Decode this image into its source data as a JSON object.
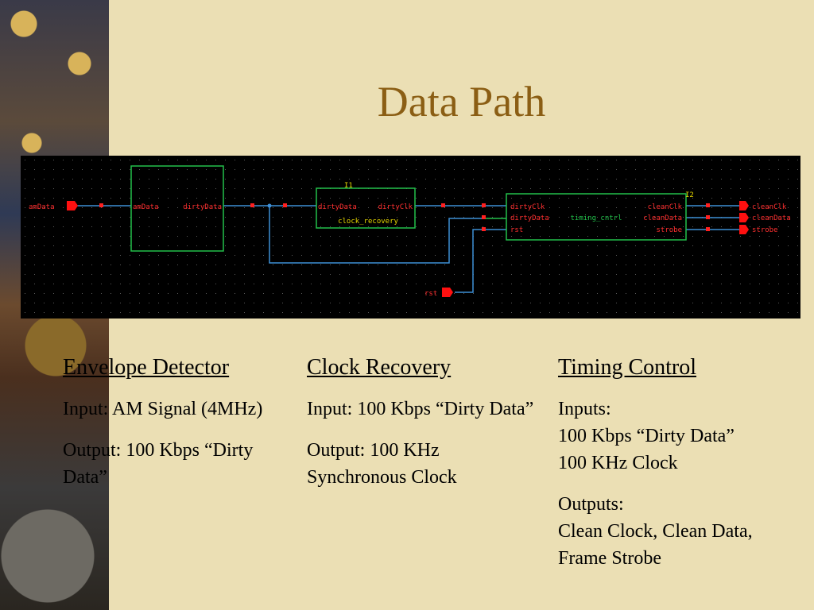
{
  "title": "Data Path",
  "schematic": {
    "pins": {
      "amData_in": "amData",
      "rst_in": "rst",
      "cleanClk_out": "cleanClk",
      "cleanData_out": "cleanData",
      "strobe_out": "strobe"
    },
    "env_block": {
      "in": "amData",
      "out": "dirtyData"
    },
    "clk_block": {
      "instance": "I1",
      "in": "dirtyData",
      "out": "dirtyClk",
      "name": "clock_recovery"
    },
    "tim_block": {
      "instance": "I2",
      "name": "timing_cntrl",
      "in1": "dirtyClk",
      "in2": "dirtyData",
      "in3": "rst",
      "out1": "cleanClk",
      "out2": "cleanData",
      "out3": "strobe"
    }
  },
  "columns": {
    "envelope": {
      "heading": "Envelope Detector",
      "p1": "Input: AM Signal (4MHz)",
      "p2": "Output: 100 Kbps “Dirty Data”"
    },
    "clock": {
      "heading": "Clock Recovery",
      "p1": "Input: 100 Kbps “Dirty Data”",
      "p2": "Output: 100 KHz Synchronous Clock"
    },
    "timing": {
      "heading": "Timing Control",
      "inputs_label": "Inputs:",
      "input1": "100 Kbps “Dirty Data”",
      "input2": "100 KHz Clock",
      "outputs_label": "Outputs:",
      "outputs": "Clean Clock, Clean Data, Frame Strobe"
    }
  },
  "colors": {
    "schematic_bg": "#000000",
    "wire": "#3d8fd6",
    "block": "#22c04a",
    "pin_label": "#ff3030",
    "title": "#8b5e14"
  }
}
